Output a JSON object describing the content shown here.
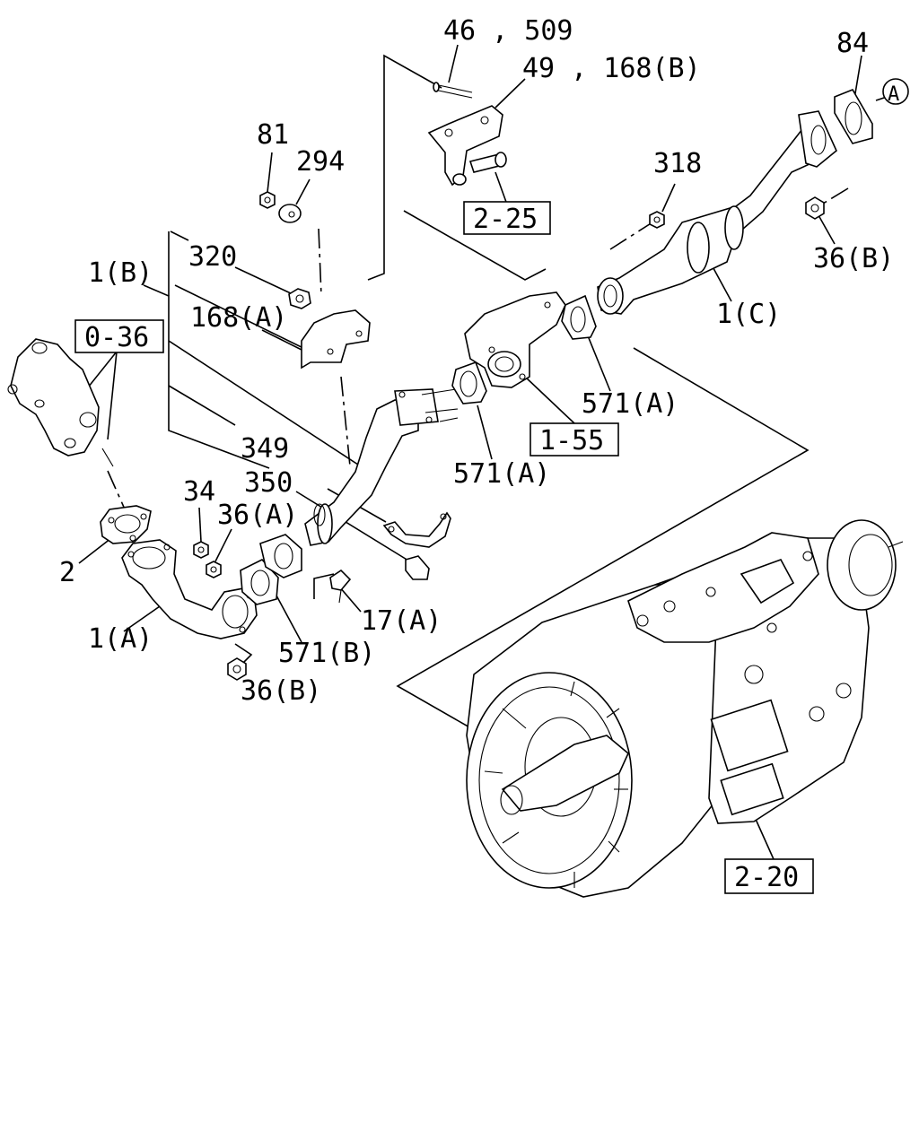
{
  "labels": {
    "l46_509": "46 , 509",
    "l49_168b": "49 , 168(B)",
    "l84": "84",
    "lA": "A",
    "l81": "81",
    "l294": "294",
    "l318": "318",
    "l36b_top": "36(B)",
    "l320": "320",
    "l1b": "1(B)",
    "l168a": "168(A)",
    "l1c": "1(C)",
    "l571a_r": "571(A)",
    "l349": "349",
    "l350": "350",
    "l571a_c": "571(A)",
    "l34": "34",
    "l36a": "36(A)",
    "l2": "2",
    "l17a": "17(A)",
    "l1a": "1(A)",
    "l571b": "571(B)",
    "l36b_bot": "36(B)"
  },
  "refs": {
    "r2_25": "2-25",
    "r0_36": "0-36",
    "r1_55": "1-55",
    "r2_20": "2-20"
  }
}
